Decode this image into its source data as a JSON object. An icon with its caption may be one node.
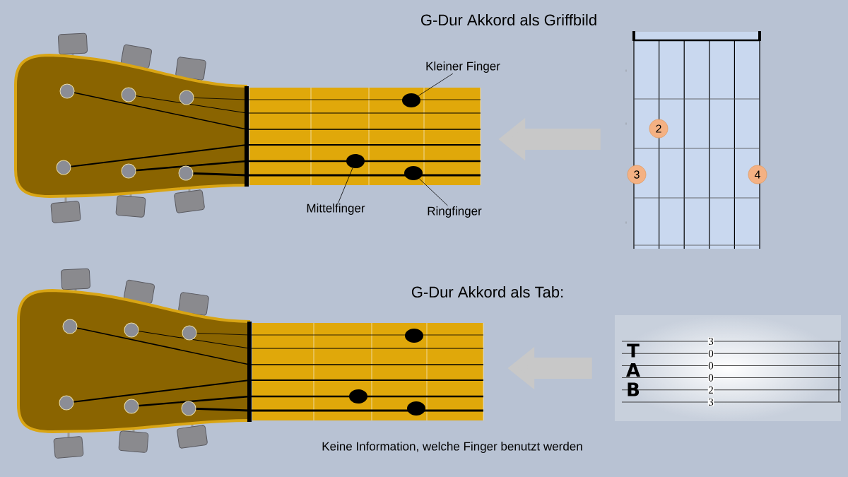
{
  "diagram": {
    "nodes": [
      {
        "text": [],
        "shape": "picture"
      },
      {
        "text": [],
        "shape": "circle",
        "in": 0
      },
      {
        "text": [],
        "shape": "circle",
        "in": 0
      },
      {
        "text": [],
        "shape": "circle",
        "in": 0
      },
      {
        "text": [
          "Kleiner Finger"
        ]
      },
      {
        "text": [
          "Mittelfinger"
        ]
      },
      {
        "text": [
          "Ringfinger"
        ]
      },
      {
        "text": [],
        "shape": "box"
      },
      {
        "text": [
          "2"
        ],
        "in": 7
      },
      {
        "text": [
          "3"
        ],
        "in": 7
      },
      {
        "text": [
          "4"
        ],
        "in": 7
      },
      {
        "text": [],
        "shape": "picture"
      },
      {
        "text": [],
        "shape": "box"
      }
    ],
    "edges": [
      {
        "from": 4,
        "to": 1,
        "arrow": "none"
      },
      {
        "from": 5,
        "to": 2,
        "arrow": "none"
      },
      {
        "from": 6,
        "to": 3,
        "arrow": "none"
      },
      {
        "from": 7,
        "to": 0,
        "arrow": "to",
        "style": "thick",
        "color": "#c8c8c8"
      },
      {
        "from": 12,
        "to": 11,
        "arrow": "to",
        "style": "thick",
        "color": "#c8c8c8"
      }
    ],
    "labels": [
      "G-Dur Akkord als Griffbild",
      "G-Dur Akkord als Tab:",
      "T",
      "A",
      "B",
      "3",
      "0",
      "0",
      "0",
      "2",
      "3",
      "Keine Information, welche Finger benutzt werden"
    ]
  }
}
